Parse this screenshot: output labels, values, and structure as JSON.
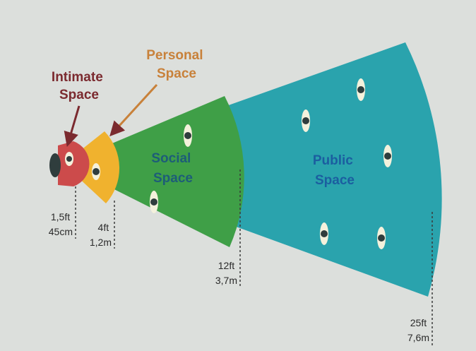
{
  "zones": [
    {
      "label_line1": "Intimate",
      "label_line2": "Space",
      "color": "#cc4b4b",
      "label_color": "#7b2a2f"
    },
    {
      "label_line1": "Personal",
      "label_line2": "Space",
      "color": "#f0b22e",
      "label_color": "#c8813a"
    },
    {
      "label_line1": "Social",
      "label_line2": "Space",
      "color": "#3f9f47",
      "label_color": "#1d5d78"
    },
    {
      "label_line1": "Public",
      "label_line2": "Space",
      "color": "#2aa3ad",
      "label_color": "#1b5ea0"
    }
  ],
  "distances": [
    {
      "feet": "1,5ft",
      "metric": "45cm"
    },
    {
      "feet": "4ft",
      "metric": "1,2m"
    },
    {
      "feet": "12ft",
      "metric": "3,7m"
    },
    {
      "feet": "25ft",
      "metric": "7,6m"
    }
  ],
  "colors": {
    "background": "#dcdfdc",
    "person_dot": "#2f3d3d",
    "person_glow": "#f4f1dc",
    "dashed_line": "#3b3b3b",
    "arrow": "#7b2a2f"
  }
}
